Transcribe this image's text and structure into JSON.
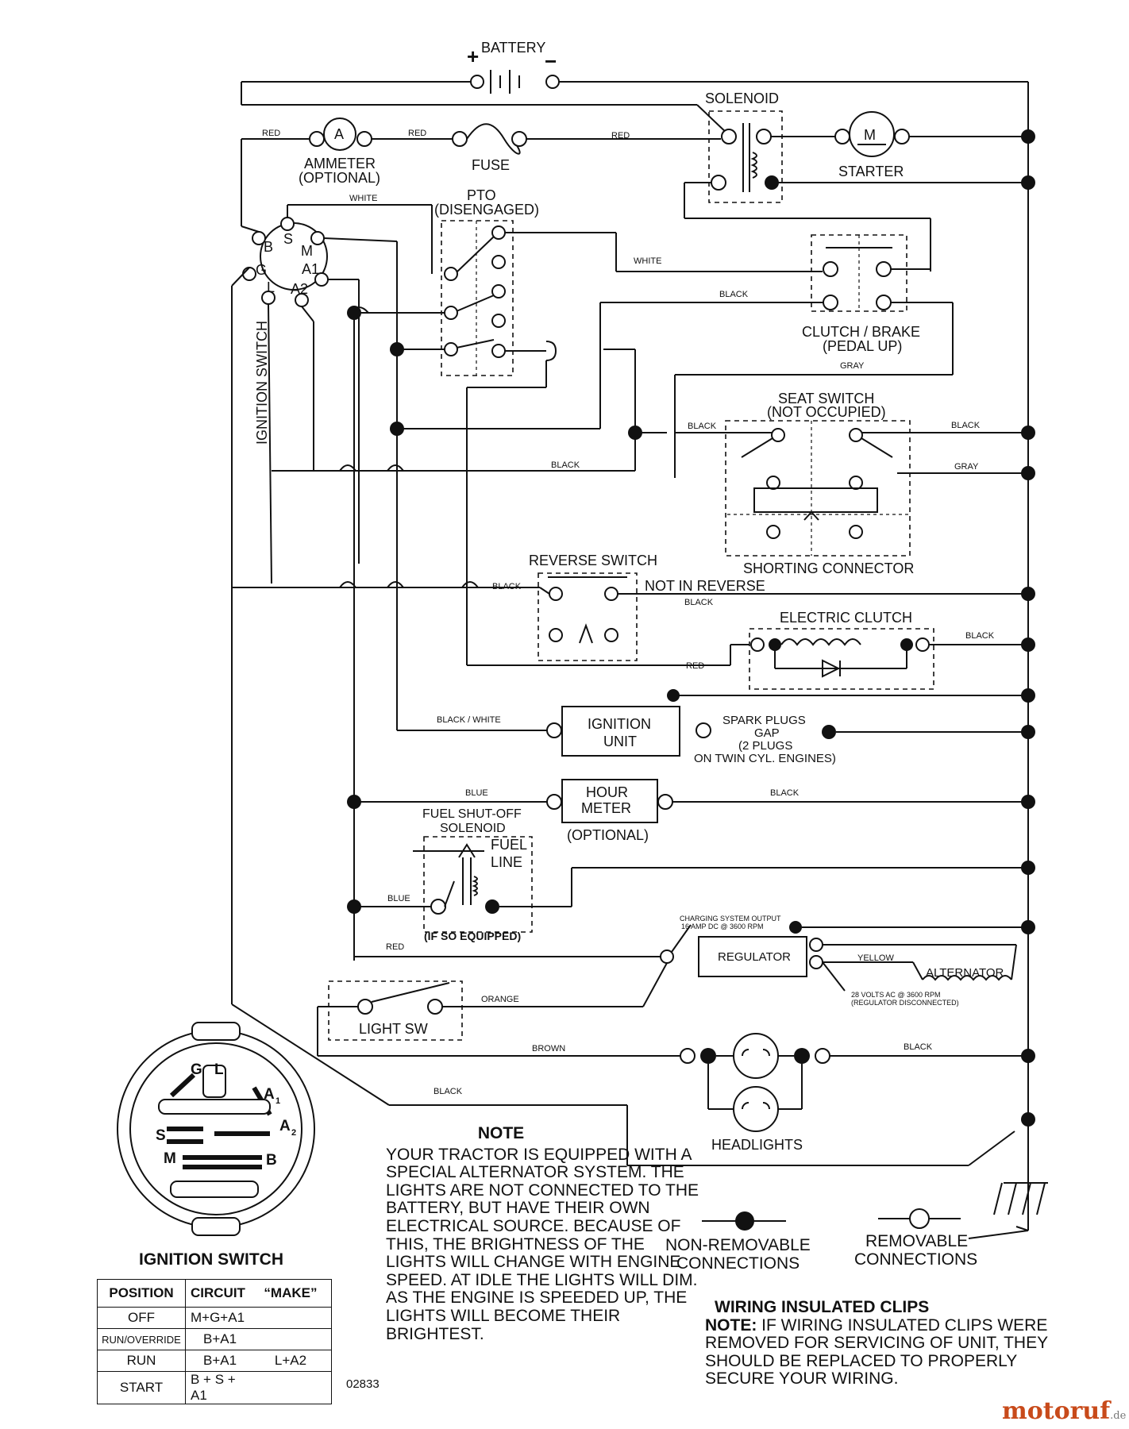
{
  "components": {
    "battery": "BATTERY",
    "battery_plus": "+",
    "battery_minus": "−",
    "ammeter": "AMMETER",
    "ammeter_note": "(OPTIONAL)",
    "ammeter_symbol": "A",
    "fuse": "FUSE",
    "solenoid": "SOLENOID",
    "starter": "STARTER",
    "starter_symbol": "M",
    "pto": "PTO",
    "pto_note": "(DISENGAGED)",
    "clutch_brake": "CLUTCH / BRAKE",
    "clutch_brake_note": "(PEDAL UP)",
    "seat_switch": "SEAT SWITCH",
    "seat_switch_note": "(NOT OCCUPIED)",
    "shorting_connector": "SHORTING CONNECTOR",
    "reverse_switch": "REVERSE SWITCH",
    "not_in_reverse": "NOT IN REVERSE",
    "electric_clutch": "ELECTRIC CLUTCH",
    "ignition_unit_1": "IGNITION",
    "ignition_unit_2": "UNIT",
    "spark_plugs_1": "SPARK PLUGS",
    "spark_plugs_2": "GAP",
    "spark_plugs_3": "(2 PLUGS",
    "spark_plugs_4": "ON TWIN CYL. ENGINES)",
    "hour_meter_1": "HOUR",
    "hour_meter_2": "METER",
    "hour_meter_note": "(OPTIONAL)",
    "fuel_solenoid_1": "FUEL SHUT-OFF",
    "fuel_solenoid_2": "SOLENOID",
    "fuel_line_1": "FUEL",
    "fuel_line_2": "LINE",
    "fuel_equipped": "(IF SO EQUIPPED)",
    "charging_1": "CHARGING SYSTEM OUTPUT",
    "charging_2": "16 AMP DC @ 3600 RPM",
    "regulator": "REGULATOR",
    "alternator": "ALTERNATOR",
    "alt_volts_1": "28 VOLTS AC @ 3600 RPM",
    "alt_volts_2": "(REGULATOR DISCONNECTED)",
    "light_sw": "LIGHT SW",
    "headlights": "HEADLIGHTS",
    "ignition_switch_vertical": "IGNITION SWITCH",
    "sw_terminals": [
      "B",
      "S",
      "M",
      "A1",
      "A2",
      "L",
      "G"
    ]
  },
  "wires": {
    "red": "RED",
    "white": "WHITE",
    "black": "BLACK",
    "gray": "GRAY",
    "black_white": "BLACK / WHITE",
    "blue": "BLUE",
    "orange": "ORANGE",
    "brown": "BROWN",
    "yellow": "YELLOW"
  },
  "legend": {
    "non_removable_1": "NON-REMOVABLE",
    "non_removable_2": "CONNECTIONS",
    "removable_1": "REMOVABLE",
    "removable_2": "CONNECTIONS"
  },
  "ignition_switch": {
    "title": "IGNITION SWITCH",
    "face_letters": {
      "g": "G",
      "l": "L",
      "a1": "A",
      "a1_sub": "1",
      "a2": "A",
      "a2_sub": "2",
      "s": "S",
      "m": "M",
      "b": "B"
    },
    "table": {
      "headers": [
        "POSITION",
        "CIRCUIT",
        "“MAKE”"
      ],
      "rows": [
        {
          "position": "OFF",
          "circuit": "M+G+A1",
          "make": ""
        },
        {
          "position": "RUN/OVERRIDE",
          "circuit": "B+A1",
          "make": ""
        },
        {
          "position": "RUN",
          "circuit": "B+A1",
          "make": "L+A2"
        },
        {
          "position": "START",
          "circuit": "B + S + A1",
          "make": ""
        }
      ]
    }
  },
  "note": {
    "title": "NOTE",
    "text": "YOUR TRACTOR IS EQUIPPED WITH A SPECIAL ALTERNATOR SYSTEM. THE LIGHTS ARE NOT CONNECTED TO THE BATTERY, BUT HAVE THEIR OWN ELECTRICAL SOURCE. BECAUSE OF THIS, THE BRIGHTNESS OF THE LIGHTS WILL CHANGE WITH ENGINE SPEED.  AT IDLE THE LIGHTS WILL DIM.  AS THE ENGINE IS SPEEDED UP, THE LIGHTS WILL BECOME THEIR BRIGHTEST."
  },
  "clips": {
    "title": "WIRING INSULATED CLIPS",
    "note_label": "NOTE:",
    "text": "IF WIRING INSULATED CLIPS WERE REMOVED FOR SERVICING OF UNIT, THEY SHOULD BE REPLACED TO PROPERLY SECURE YOUR WIRING."
  },
  "drawing_code": "02833",
  "watermark": {
    "name": "motoruf",
    "tld": ".de"
  }
}
